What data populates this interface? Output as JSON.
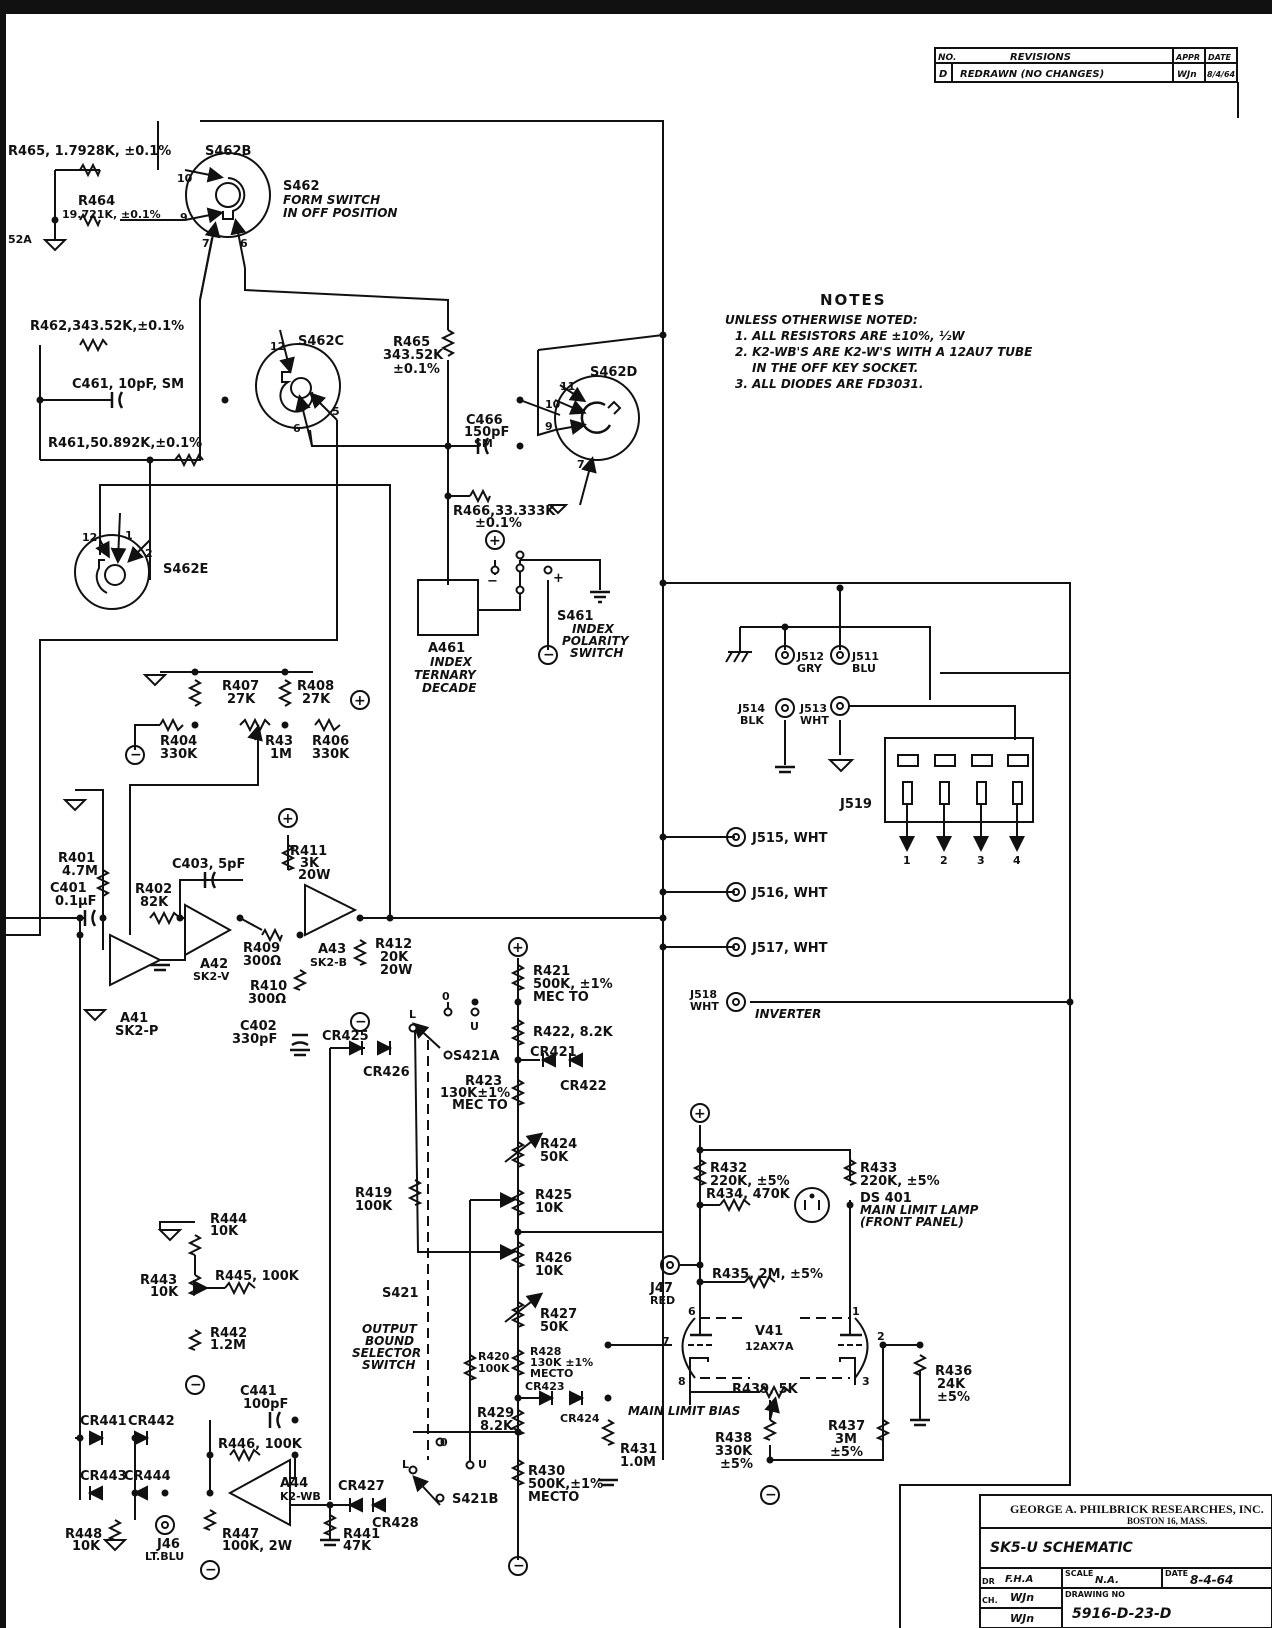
{
  "revisions": {
    "header_no": "NO.",
    "header_title": "REVISIONS",
    "header_appr": "APPR",
    "header_date": "DATE",
    "rows": [
      {
        "no": "D",
        "description": "REDRAWN (NO CHANGES)",
        "appr": "WJn",
        "date": "8/4/64"
      }
    ]
  },
  "notes": {
    "title": "NOTES",
    "intro": "UNLESS OTHERWISE NOTED:",
    "items": [
      "1. ALL RESISTORS ARE ±10%, ½W",
      "2. K2-WB'S ARE K2-W'S WITH A 12AU7 TUBE",
      "IN THE OFF KEY SOCKET.",
      "3. ALL DIODES ARE FD3031."
    ]
  },
  "switches": {
    "s462b": {
      "ref": "S462B",
      "pins": [
        "10",
        "9",
        "7",
        "6"
      ]
    },
    "s462": {
      "ref": "S462",
      "desc1": "FORM SWITCH",
      "desc2": "IN OFF POSITION"
    },
    "s462a_fragment": "52A",
    "s462c": {
      "ref": "S462C",
      "pins": [
        "12",
        "6",
        "5"
      ]
    },
    "s462d": {
      "ref": "S462D",
      "pins": [
        "11",
        "10",
        "9",
        "7"
      ]
    },
    "s462e": {
      "ref": "S462E",
      "pins": [
        "12",
        "1",
        "2"
      ]
    },
    "s461": {
      "ref": "S461",
      "desc1": "INDEX",
      "desc2": "POLARITY",
      "desc3": "SWITCH",
      "minus": "−",
      "plus": "+"
    },
    "s421": {
      "ref": "S421",
      "desc1": "OUTPUT",
      "desc2": "BOUND",
      "desc3": "SELECTOR",
      "desc4": "SWITCH"
    },
    "s421a": {
      "ref": "S421A",
      "pos_o": "0",
      "pos_u": "U",
      "pos_l": "L"
    },
    "s421b": {
      "ref": "S421B",
      "pos_o": "0",
      "pos_u": "U",
      "pos_l": "L"
    }
  },
  "resistors": {
    "r465a": "R465, 1.7928K, ±0.1%",
    "r464_ref": "R464",
    "r464_val": "19.721K, ±0.1%",
    "r462": "R462,343.52K,±0.1%",
    "r461": "R461,50.892K,±0.1%",
    "r465b_ref": "R465",
    "r465b_val": "343.52K",
    "r465b_tol": "±0.1%",
    "r466_ref": "R466,33.333K",
    "r466_tol": "±0.1%",
    "r407_ref": "R407",
    "r407_val": "27K",
    "r408_ref": "R408",
    "r408_val": "27K",
    "r404_ref": "R404",
    "r404_val": "330K",
    "r43_ref": "R43",
    "r43_val": "1M",
    "r406_ref": "R406",
    "r406_val": "330K",
    "r401_ref": "R401",
    "r401_val": "4.7M",
    "r402_ref": "R402",
    "r402_val": "82K",
    "r411_ref": "R411",
    "r411_val": "3K",
    "r411_pwr": "20W",
    "r409_ref": "R409",
    "r409_val": "300Ω",
    "r410_ref": "R410",
    "r410_val": "300Ω",
    "r412_ref": "R412",
    "r412_val": "20K",
    "r412_pwr": "20W",
    "r421_ref": "R421",
    "r421_val": "500K, ±1%",
    "r421_type": "MEC TO",
    "r422": "R422, 8.2K",
    "r423_ref": "R423",
    "r423_val": "130K±1%",
    "r423_type": "MEC TO",
    "r424_ref": "R424",
    "r424_val": "50K",
    "r419_ref": "R419",
    "r419_val": "100K",
    "r425_ref": "R425",
    "r425_val": "10K",
    "r426_ref": "R426",
    "r426_val": "10K",
    "r427_ref": "R427",
    "r427_val": "50K",
    "r420_ref": "R420",
    "r420_val": "100K",
    "r428_ref": "R428",
    "r428_val": "130K ±1%",
    "r428_type": "MECTO",
    "r429_ref": "R429",
    "r429_val": "8.2K",
    "r430_ref": "R430",
    "r430_val": "500K,±1%",
    "r430_type": "MECTO",
    "r431_ref": "R431",
    "r431_val": "1.0M",
    "r432_ref": "R432",
    "r432_val": "220K, ±5%",
    "r433_ref": "R433",
    "r433_val": "220K, ±5%",
    "r434": "R434, 470K",
    "r435": "R435, 2M, ±5%",
    "r436_ref": "R436",
    "r436_val": "24K",
    "r436_tol": "±5%",
    "r439": "R439, 5K",
    "r438_ref": "R438",
    "r438_val": "330K",
    "r438_tol": "±5%",
    "r437_ref": "R437",
    "r437_val": "3M",
    "r437_tol": "±5%",
    "r444_ref": "R444",
    "r444_val": "10K",
    "r443_ref": "R443",
    "r443_val": "10K",
    "r445": "R445, 100K",
    "r442_ref": "R442",
    "r442_val": "1.2M",
    "r446": "R446, 100K",
    "r448_ref": "R448",
    "r448_val": "10K",
    "r447_ref": "R447",
    "r447_val": "100K, 2W",
    "r441_ref": "R441",
    "r441_val": "47K"
  },
  "capacitors": {
    "c461": "C461, 10pF, SM",
    "c466_ref": "C466",
    "c466_val": "150pF",
    "c466_type": "SM",
    "c403": "C403, 5pF",
    "c401_ref": "C401",
    "c401_val": "0.1μF",
    "c402_ref": "C402",
    "c402_val": "330pF",
    "c441_ref": "C441",
    "c441_val": "100pF"
  },
  "amplifiers": {
    "a41_ref": "A41",
    "a41_type": "SK2-P",
    "a42_ref": "A42",
    "a42_type": "SK2-V",
    "a43_ref": "A43",
    "a43_type": "SK2-B",
    "a44_ref": "A44",
    "a44_type": "K2-WB",
    "a461_ref": "A461",
    "a461_desc1": "INDEX",
    "a461_desc2": "TERNARY",
    "a461_desc3": "DECADE"
  },
  "diodes": [
    "CR425",
    "CR426",
    "CR421",
    "CR422",
    "CR423",
    "CR424",
    "CR427",
    "CR428",
    "CR441",
    "CR442",
    "CR443",
    "CR444"
  ],
  "connectors": {
    "j512": {
      "ref": "J512",
      "color": "GRY"
    },
    "j511": {
      "ref": "J511",
      "color": "BLU"
    },
    "j514": {
      "ref": "J514",
      "color": "BLK"
    },
    "j513": {
      "ref": "J513",
      "color": "WHT"
    },
    "j519": {
      "ref": "J519",
      "pins": [
        "1",
        "2",
        "3",
        "4"
      ]
    },
    "j515": "J515, WHT",
    "j516": "J516, WHT",
    "j517": "J517, WHT",
    "j518": {
      "ref": "J518",
      "color": "WHT",
      "desc": "INVERTER"
    },
    "j47": {
      "ref": "J47",
      "color": "RED"
    },
    "j46": {
      "ref": "J46",
      "color": "LT.BLU"
    }
  },
  "tube": {
    "ref": "V41",
    "type": "12AX7A",
    "pins": [
      "6",
      "7",
      "8",
      "1",
      "2",
      "3"
    ],
    "bias_label": "MAIN LIMIT BIAS"
  },
  "lamp": {
    "ref": "DS 401",
    "desc1": "MAIN LIMIT LAMP",
    "desc2": "(FRONT PANEL)"
  },
  "title_block": {
    "company": "GEORGE A. PHILBRICK RESEARCHES, INC.",
    "location": "BOSTON 16, MASS.",
    "title": "SK5-U SCHEMATIC",
    "dr_label": "DR",
    "dr_value": "F.H.A",
    "scale_label": "SCALE",
    "scale_value": "N.A.",
    "date_label": "DATE",
    "date_value": "8-4-64",
    "ch_label": "CH.",
    "ch_value": "WJn",
    "ap_value": "WJn",
    "drawing_no_label": "DRAWING NO",
    "drawing_no": "5916-D-23-D"
  }
}
